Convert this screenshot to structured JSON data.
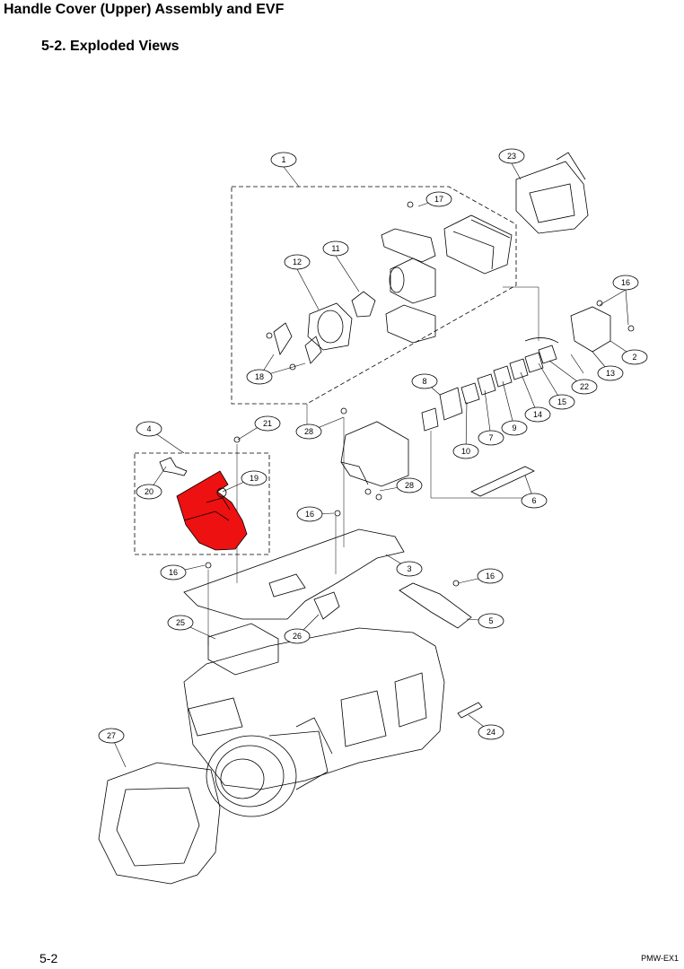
{
  "header": {
    "title": "Handle Cover (Upper) Assembly and EVF",
    "section": "5-2.   Exploded Views"
  },
  "footer": {
    "page": "5-2",
    "model": "PMW-EX1"
  },
  "colors": {
    "highlight": "#ee1111",
    "line": "#000000"
  },
  "callouts": [
    "1",
    "2",
    "3",
    "4",
    "5",
    "6",
    "7",
    "8",
    "9",
    "10",
    "11",
    "12",
    "13",
    "14",
    "15",
    "16",
    "16",
    "16",
    "16",
    "16",
    "17",
    "18",
    "18",
    "19",
    "20",
    "21",
    "22",
    "23",
    "24",
    "25",
    "26",
    "27",
    "28",
    "28"
  ],
  "highlighted_part": "4"
}
